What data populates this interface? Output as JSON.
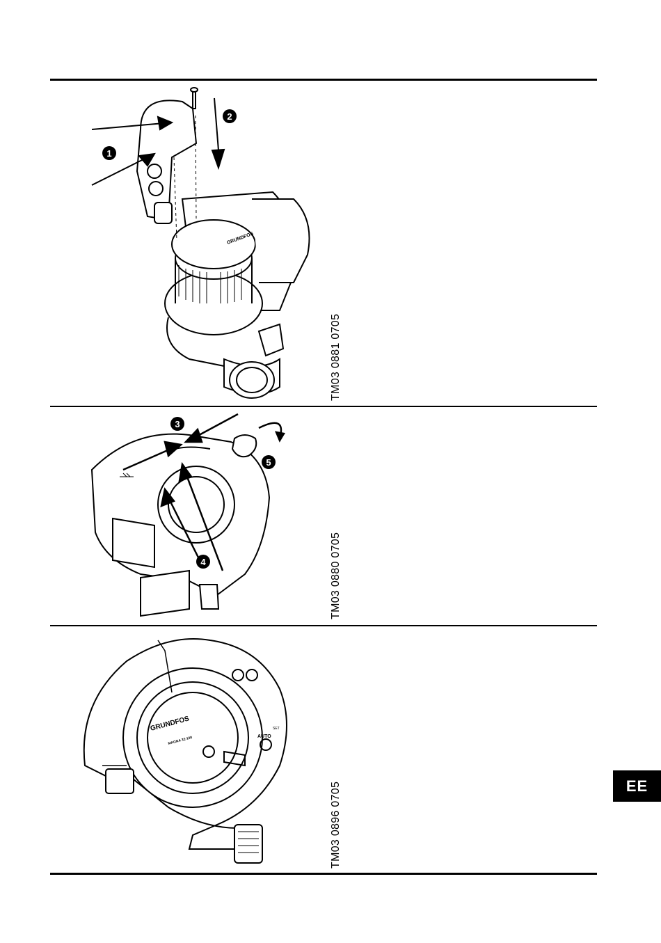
{
  "figures": [
    {
      "code": "TM03 0881 0705",
      "callouts": [
        "1",
        "2"
      ]
    },
    {
      "code": "TM03 0880 0705",
      "callouts": [
        "3",
        "4",
        "5"
      ]
    },
    {
      "code": "TM03 0896 0705",
      "callouts": []
    }
  ],
  "brand_text": "GRUNDFOS",
  "model_text": "MAGNA 32-100",
  "control_labels": {
    "auto": "AUTO",
    "set": "SET"
  },
  "language_tab": "EE",
  "colors": {
    "ink": "#000000",
    "paper": "#ffffff",
    "shade": "#d9d9d9"
  }
}
